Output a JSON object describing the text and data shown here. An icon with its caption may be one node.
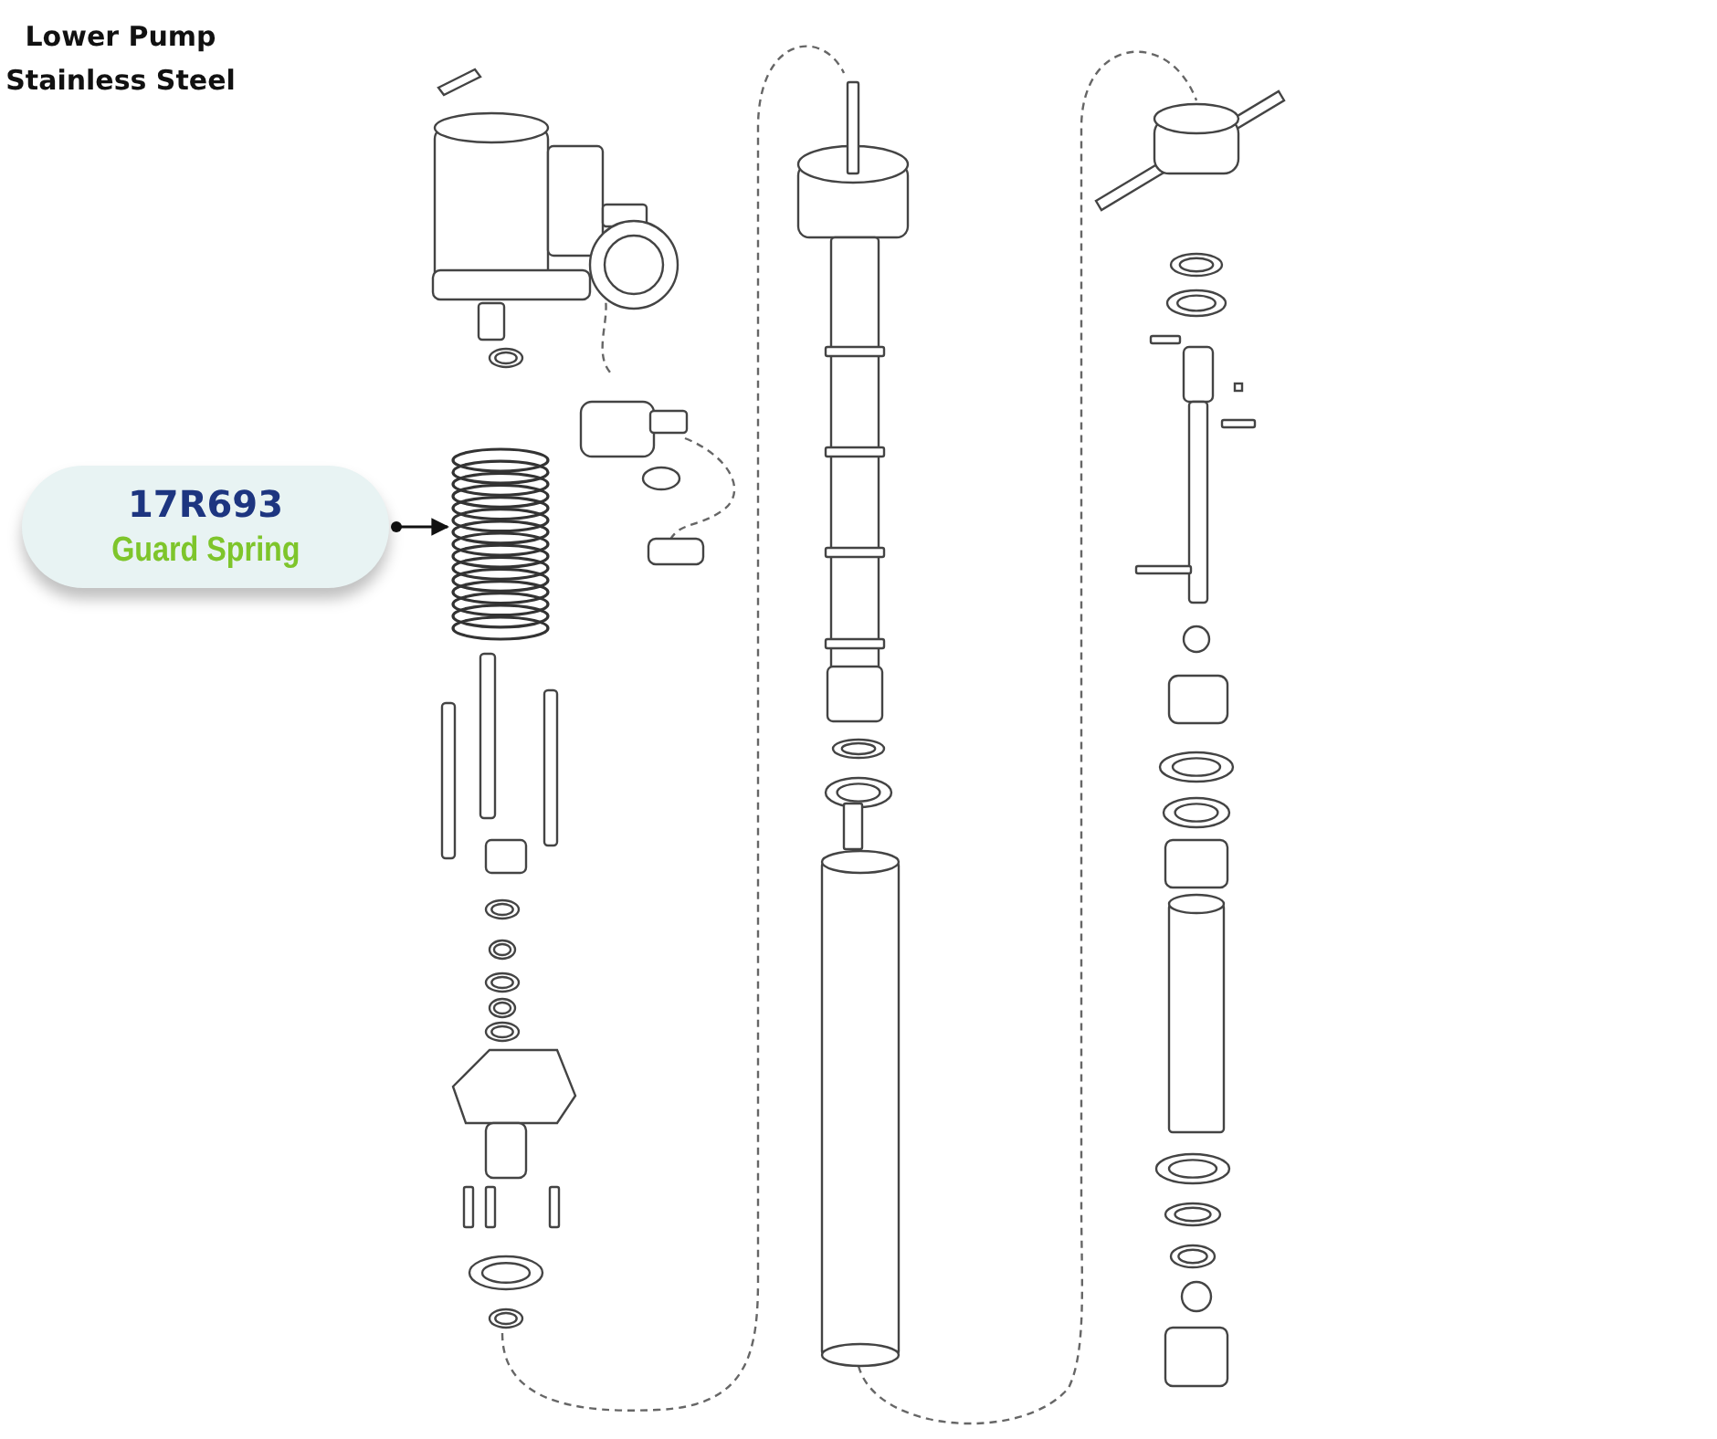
{
  "diagram": {
    "title": "Lower Pump Stainless Steel",
    "nodes": [
      {
        "text": [
          "17R693",
          "Guard Spring"
        ]
      },
      {
        "text": [],
        "shape": "picture"
      }
    ],
    "edges": [
      {
        "from": 0,
        "to": 1,
        "arrow": "to"
      }
    ]
  }
}
